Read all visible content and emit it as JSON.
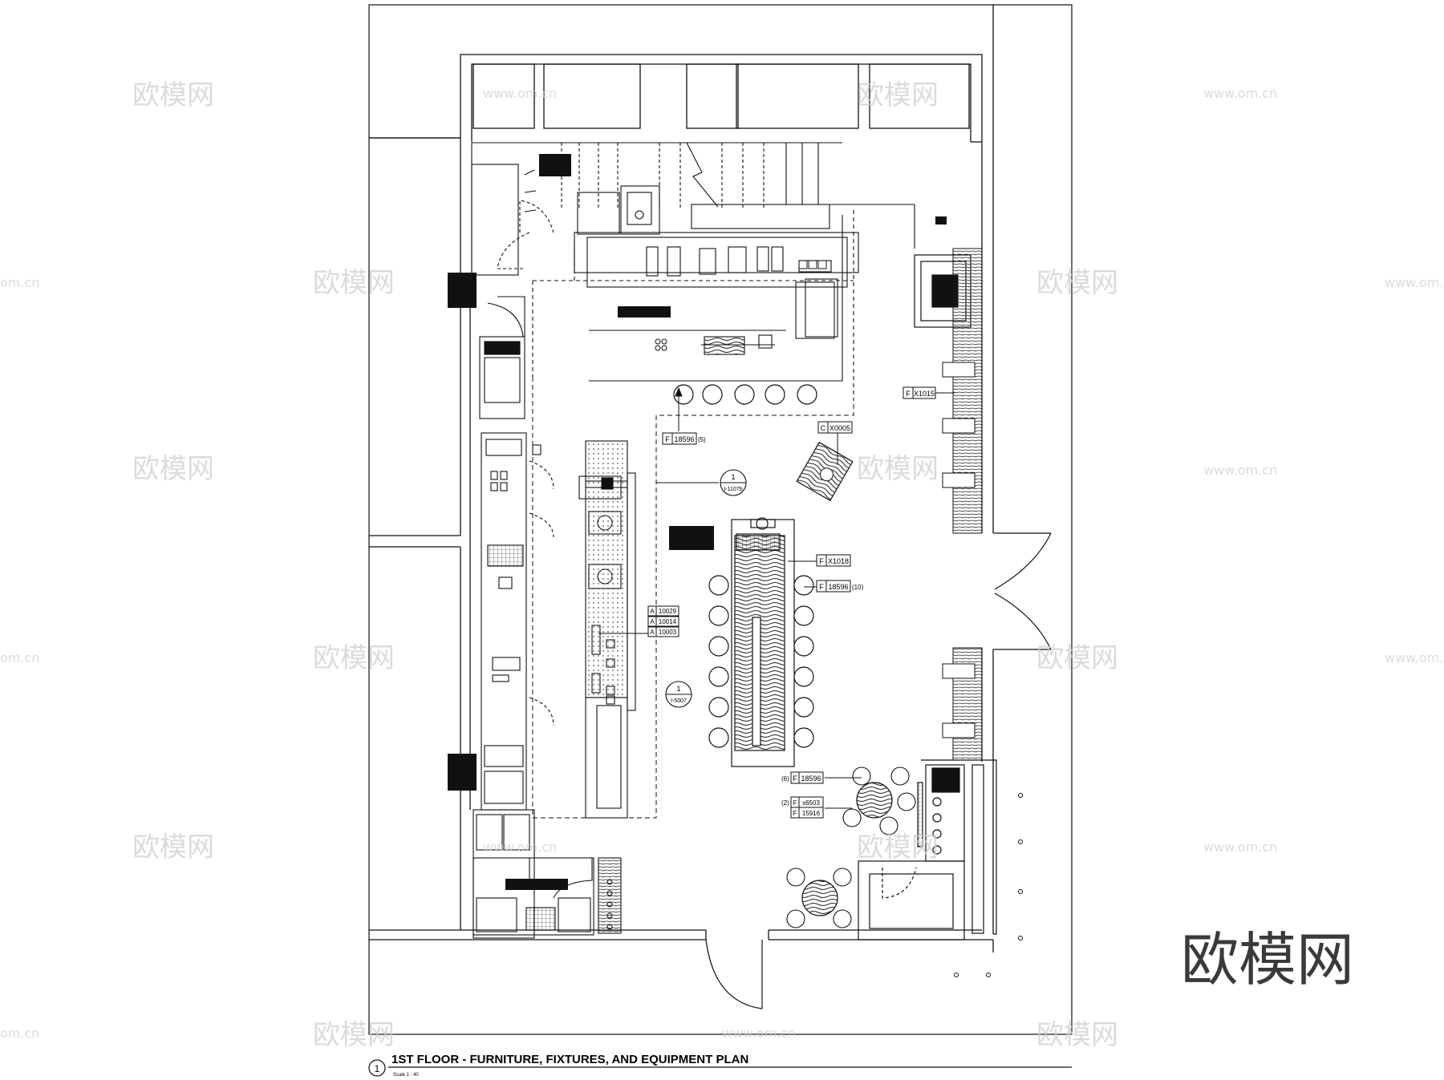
{
  "drawing": {
    "title": "1ST FLOOR - FURNITURE, FIXTURES, AND EQUIPMENT PLAN",
    "view_number": "1",
    "scale": "Scale 1 : 40"
  },
  "tags": [
    {
      "id": "tag-f-x1015",
      "letter": "F",
      "code": "X1015",
      "suffix": ""
    },
    {
      "id": "tag-f-18596-a",
      "letter": "F",
      "code": "18596",
      "suffix": "(5)"
    },
    {
      "id": "tag-c-x0005",
      "letter": "C",
      "code": "X0005",
      "suffix": ""
    },
    {
      "id": "tag-f-x1018",
      "letter": "F",
      "code": "X1018",
      "suffix": ""
    },
    {
      "id": "tag-f-18596-b",
      "letter": "F",
      "code": "18596",
      "suffix": "(10)"
    },
    {
      "id": "tag-a-10029",
      "letter": "A",
      "code": "10029",
      "suffix": ""
    },
    {
      "id": "tag-a-10014",
      "letter": "A",
      "code": "10014",
      "suffix": ""
    },
    {
      "id": "tag-a-10003",
      "letter": "A",
      "code": "10003",
      "suffix": ""
    },
    {
      "id": "tag-f-18596-c",
      "letter": "F",
      "code": "18596",
      "suffix": "(6)"
    },
    {
      "id": "tag-f-x6503",
      "letter": "F",
      "code": "x6503",
      "suffix": "(2)"
    },
    {
      "id": "tag-f-15916",
      "letter": "F",
      "code": "15916",
      "suffix": ""
    }
  ],
  "section_marks": [
    {
      "id": "sec-1107b",
      "number": "1",
      "sheet": "I-1107b"
    },
    {
      "id": "sec-5007",
      "number": "1",
      "sheet": "I-5007"
    }
  ],
  "watermarks": {
    "brand": "欧模网",
    "url": "www.om.cn",
    "url_short": "om.cn"
  }
}
